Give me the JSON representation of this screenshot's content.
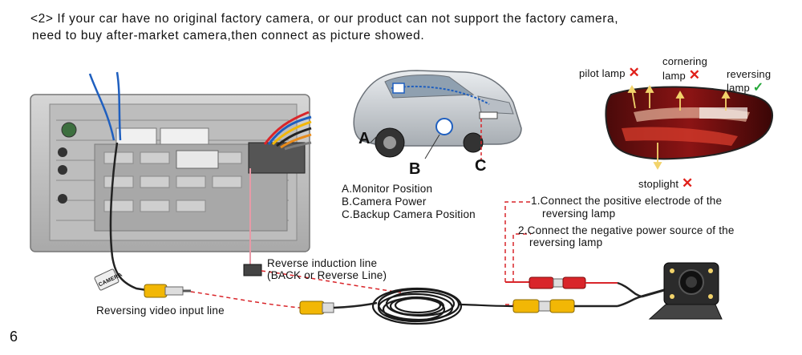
{
  "header": {
    "line1": "<2> If your car have no original factory camera, or our product can not support the factory camera,",
    "line2": "need to buy after-market camera,then connect as picture showed."
  },
  "car": {
    "marker_a": "A",
    "marker_b": "B",
    "marker_c": "C",
    "legend": [
      "A.Monitor Position",
      "B.Camera Power",
      "C.Backup Camera Position"
    ]
  },
  "lamps": {
    "pilot": "pilot lamp",
    "cornering_1": "cornering",
    "cornering_2": "lamp",
    "reversing_1": "reversing",
    "reversing_2": "lamp",
    "stoplight": "stoplight",
    "x_symbol": "✕",
    "check_symbol": "✓"
  },
  "instructions": {
    "step1_line1": "1.Connect the positive electrode of the",
    "step1_line2": "reversing lamp",
    "step2_line1": "2.Connect the negative power source of the",
    "step2_line2": "reversing lamp"
  },
  "wires": {
    "reverse_induction_1": "Reverse induction line",
    "reverse_induction_2": "(BACK or Reverse Line)",
    "video_input": "Reversing video input line",
    "camera_tag": "CAMERA"
  },
  "page_number": "6",
  "colors": {
    "red_wire": "#d9252a",
    "pink_wire": "#e79aa6",
    "yellow_rca": "#f2b705",
    "cross": "#e0201a",
    "check": "#25a83a"
  }
}
